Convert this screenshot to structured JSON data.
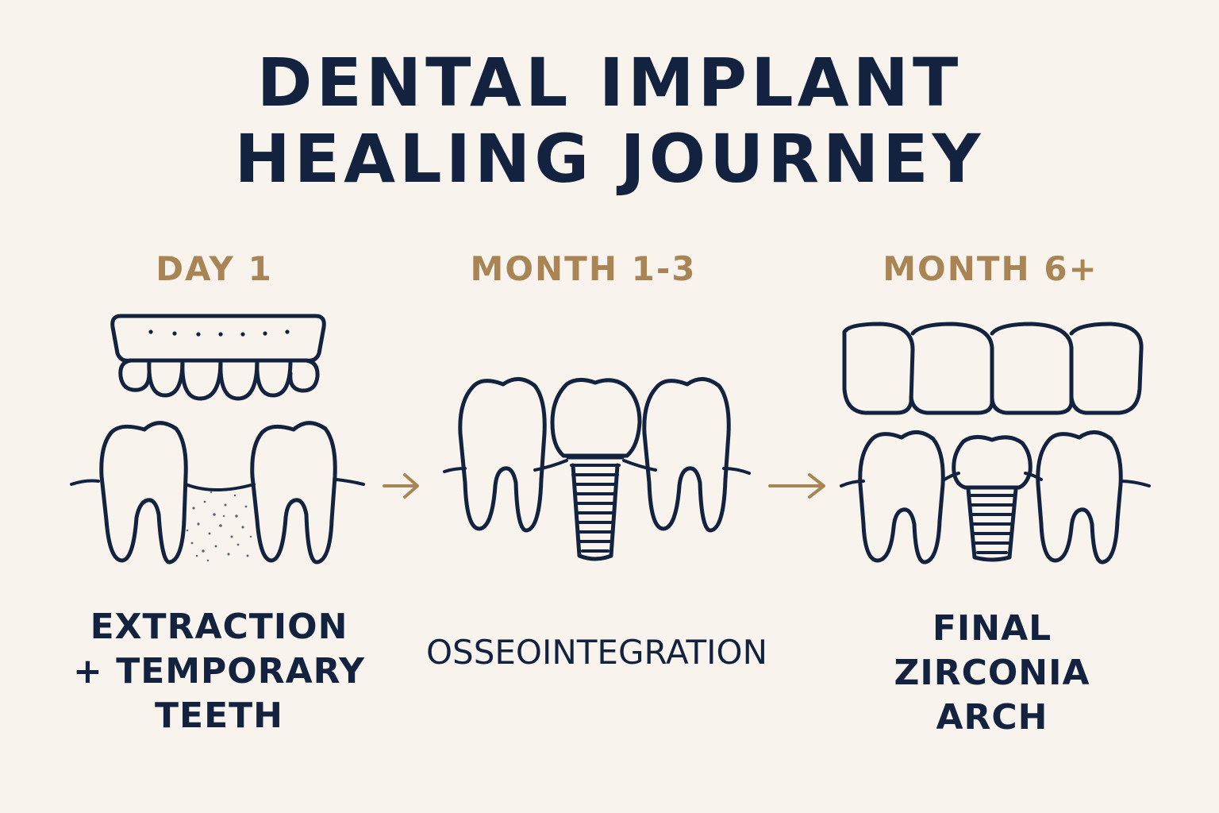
{
  "title": {
    "line1": "DENTAL IMPLANT",
    "line2": "HEALING JOURNEY"
  },
  "colors": {
    "background": "#f8f4ed",
    "ink": "#13233f",
    "accent": "#a98555"
  },
  "stages": [
    {
      "label": "DAY 1",
      "caption": [
        "EXTRACTION",
        "+ TEMPORARY",
        "TEETH"
      ]
    },
    {
      "label": "MONTH 1-3",
      "caption": [
        "OSSEOINTEGRATION"
      ]
    },
    {
      "label": "MONTH 6+",
      "caption": [
        "FINAL",
        "ZIRCONIA",
        "ARCH"
      ]
    }
  ],
  "icons": [
    "temporary-denture-icon",
    "extraction-site-icon",
    "implant-icon",
    "molar-icon",
    "zirconia-arch-icon",
    "arrow-right-icon"
  ]
}
